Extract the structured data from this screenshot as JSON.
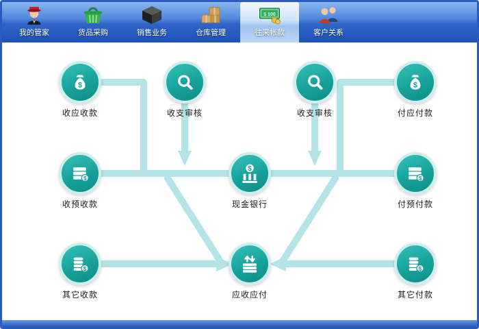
{
  "toolbar": {
    "tabs": [
      {
        "label": "我的管家",
        "icon": "butler-icon",
        "selected": false
      },
      {
        "label": "货品采购",
        "icon": "basket-icon",
        "selected": false
      },
      {
        "label": "销售业务",
        "icon": "cube-icon",
        "selected": false
      },
      {
        "label": "仓库管理",
        "icon": "parcels-icon",
        "selected": false
      },
      {
        "label": "往来帐款",
        "icon": "cash-icon",
        "selected": true
      },
      {
        "label": "客户关系",
        "icon": "customers-icon",
        "selected": false
      }
    ],
    "cash_icon_text": "$ 100"
  },
  "flow": {
    "nodes": [
      {
        "label": "收应收款",
        "icon": "moneybag-icon"
      },
      {
        "label": "收支审核",
        "icon": "magnifier-icon"
      },
      {
        "label": "收支审核",
        "icon": "magnifier-icon"
      },
      {
        "label": "付应付款",
        "icon": "moneybag-icon"
      },
      {
        "label": "收预收款",
        "icon": "bills-icon"
      },
      {
        "label": "现金银行",
        "icon": "bank-icon"
      },
      {
        "label": "付预付款",
        "icon": "bills-icon"
      },
      {
        "label": "其它收款",
        "icon": "coins-icon"
      },
      {
        "label": "应收应付",
        "icon": "cashflow-icon"
      },
      {
        "label": "其它付款",
        "icon": "coins-icon"
      }
    ]
  },
  "colors": {
    "node_teal": "#17a29b",
    "node_ring": "#cdeeec",
    "connector": "#b4e4e7",
    "toolbar_blue": "#2f64c8"
  }
}
